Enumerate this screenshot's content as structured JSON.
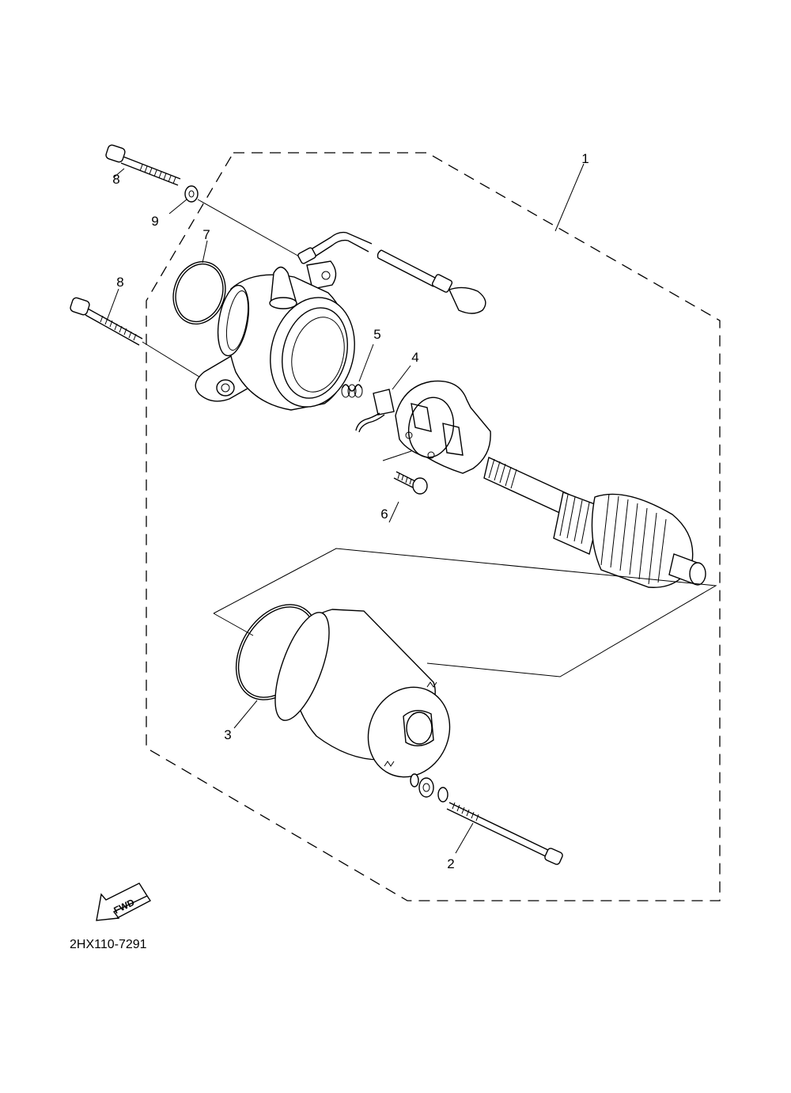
{
  "callouts": [
    "1",
    "2",
    "3",
    "4",
    "5",
    "6",
    "7",
    "8",
    "8",
    "9"
  ],
  "fwd_label": "FWD",
  "diagram_code": "2HX110-7291"
}
